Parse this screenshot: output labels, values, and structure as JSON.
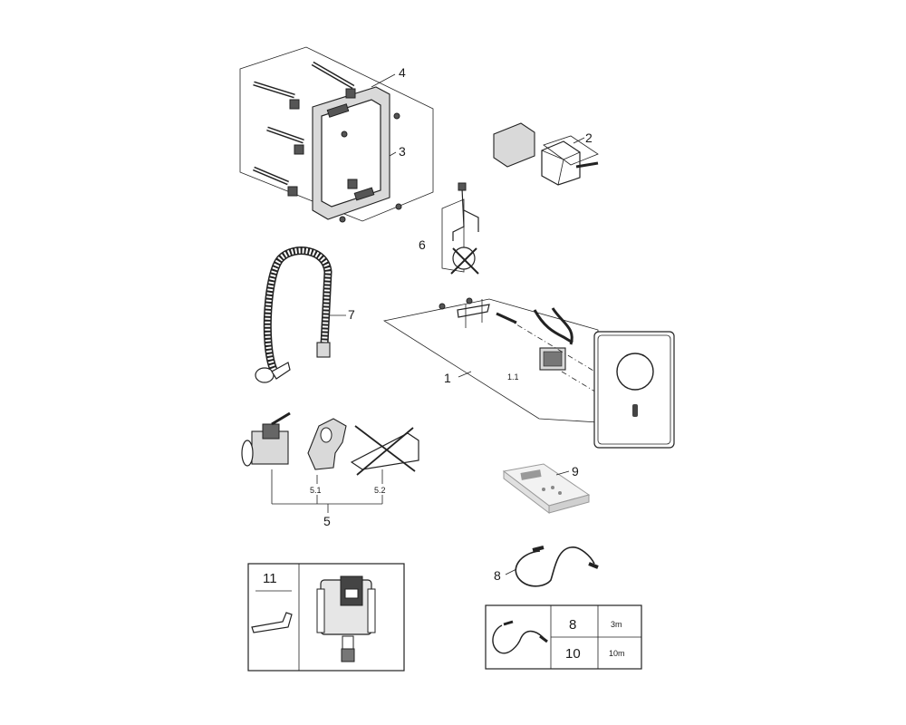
{
  "labels": {
    "p1": "1",
    "p1_1": "1.1",
    "p2": "2",
    "p3": "3",
    "p4": "4",
    "p5": "5",
    "p5_1": "5.1",
    "p5_2": "5.2",
    "p6": "6",
    "p7": "7",
    "p8": "8",
    "p9": "9"
  },
  "box_left": {
    "part_number": "11"
  },
  "cable_table": {
    "rows": [
      {
        "part": "8",
        "length": "3m"
      },
      {
        "part": "10",
        "length": "10m"
      }
    ]
  }
}
